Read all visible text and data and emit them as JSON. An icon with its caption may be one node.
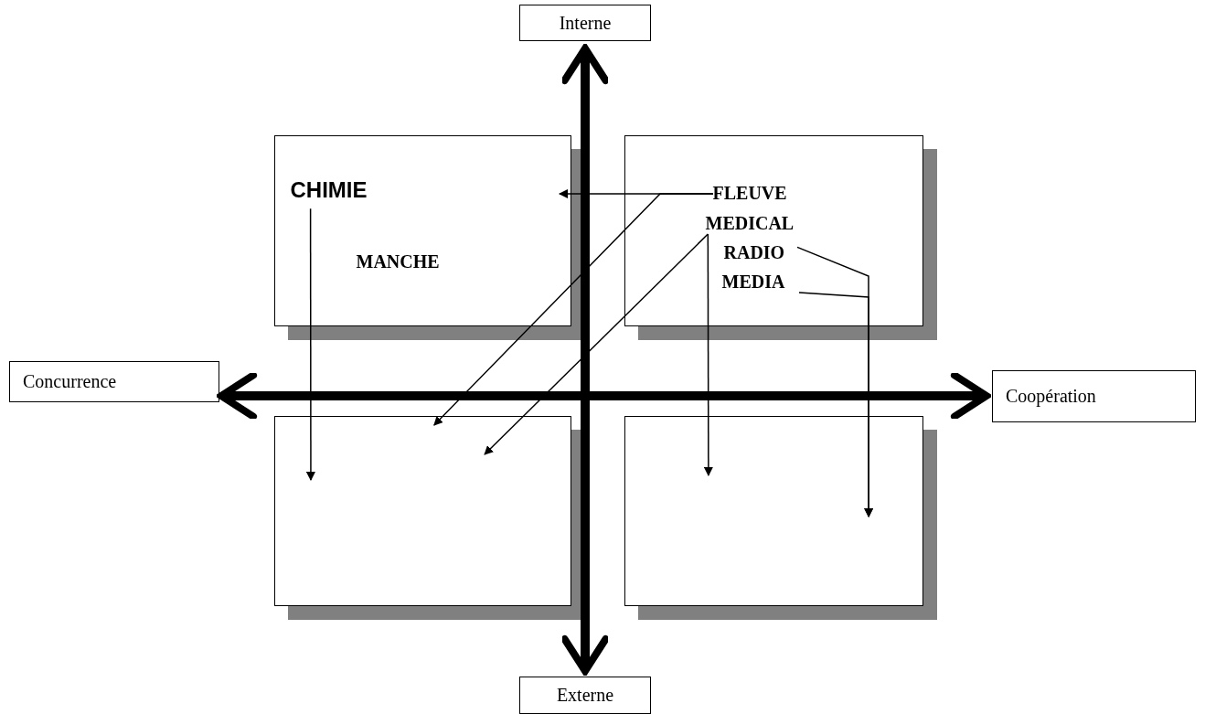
{
  "diagram": {
    "nodes": [
      {
        "text": [
          "Interne"
        ]
      },
      {
        "text": [
          "Concurrence"
        ]
      },
      {
        "text": [
          "Coopération"
        ]
      },
      {
        "text": [
          "Externe"
        ]
      },
      {
        "text": [],
        "shape": "box"
      },
      {
        "text": [
          "CHIMIE"
        ],
        "in": 4
      },
      {
        "text": [
          "MANCHE"
        ],
        "in": 4
      },
      {
        "text": [],
        "shape": "box"
      },
      {
        "text": [
          "FLEUVE"
        ],
        "in": 7
      },
      {
        "text": [
          "MEDICAL"
        ],
        "in": 7
      },
      {
        "text": [
          "RADIO"
        ],
        "in": 7
      },
      {
        "text": [
          "MEDIA"
        ],
        "in": 7
      },
      {
        "text": [],
        "shape": "box"
      },
      {
        "text": [],
        "shape": "box"
      }
    ],
    "edges": [
      {
        "from": 0,
        "to": 3,
        "arrow": "both",
        "style": "thick"
      },
      {
        "from": 1,
        "to": 2,
        "arrow": "both",
        "style": "thick"
      },
      {
        "from": 5,
        "to": 12,
        "arrow": "to"
      },
      {
        "from": 8,
        "to": 4,
        "arrow": "to"
      },
      {
        "from": 8,
        "to": 12,
        "arrow": "to"
      },
      {
        "from": 9,
        "to": 12,
        "arrow": "to"
      },
      {
        "from": 9,
        "to": 13,
        "arrow": "to"
      },
      {
        "from": 10,
        "to": 13,
        "arrow": "to"
      },
      {
        "from": 11,
        "to": 13,
        "arrow": "to"
      }
    ]
  }
}
